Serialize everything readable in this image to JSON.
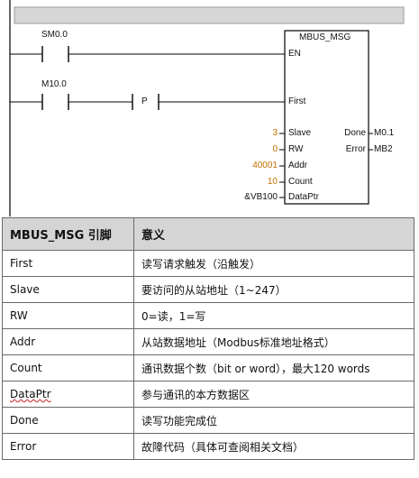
{
  "ladder": {
    "contact1": "SM0.0",
    "contact2": "M10.0",
    "p_label": "P",
    "block_title": "MBUS_MSG",
    "pins_left": [
      "EN",
      "First",
      "Slave",
      "RW",
      "Addr",
      "Count",
      "DataPtr"
    ],
    "pins_right": [
      "Done",
      "Error"
    ],
    "inputs": {
      "slave": "3",
      "rw": "0",
      "addr": "40001",
      "count": "10",
      "dataptr": "&VB100"
    },
    "outputs": {
      "done": "M0.1",
      "error": "MB2"
    }
  },
  "table": {
    "headers": [
      "MBUS_MSG 引脚",
      "意义"
    ],
    "rows": [
      [
        "First",
        "读写请求触发（沿触发）"
      ],
      [
        "Slave",
        "要访问的从站地址（1~247）"
      ],
      [
        "RW",
        "0=读，1=写"
      ],
      [
        "Addr",
        "从站数据地址（Modbus标准地址格式）"
      ],
      [
        "Count",
        "通讯数据个数（bit or word），最大120 words"
      ],
      [
        "DataPtr",
        "参与通讯的本方数据区"
      ],
      [
        "Done",
        "读写功能完成位"
      ],
      [
        "Error",
        "故障代码（具体可查阅相关文档）"
      ]
    ]
  }
}
